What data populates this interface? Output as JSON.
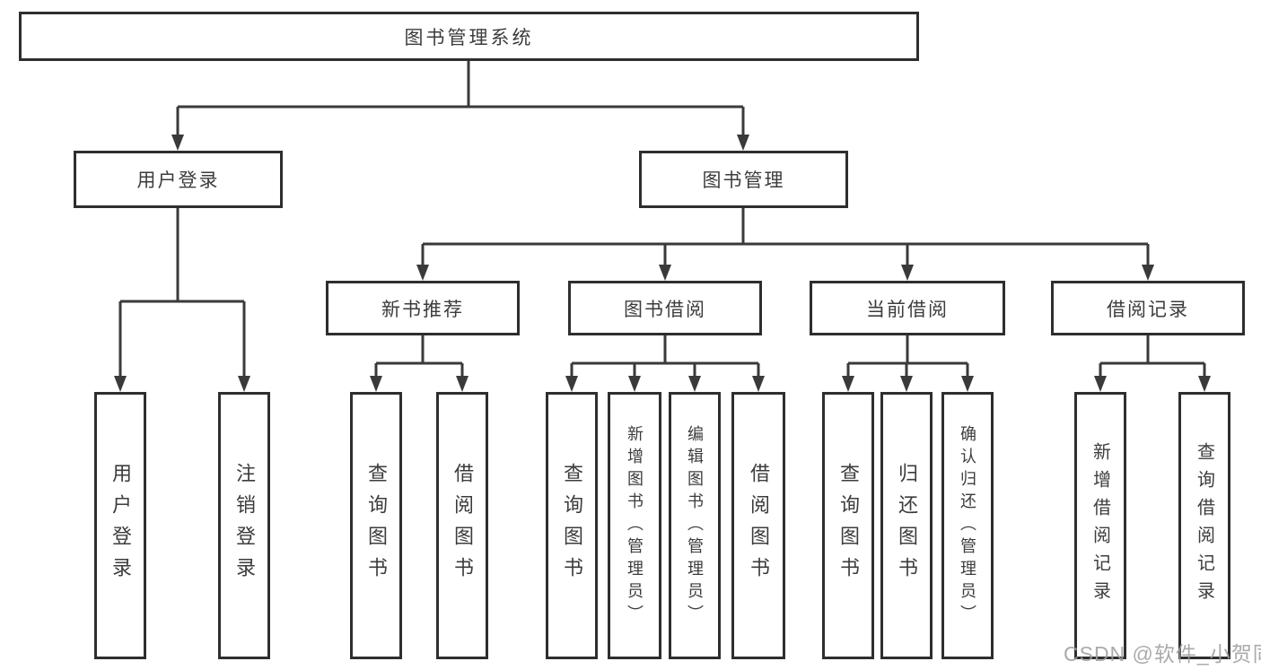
{
  "colors": {
    "line": "#3a3a3a",
    "box_border": "#2e2e2e",
    "text": "#3c3c3c",
    "watermark": "#9e9e9e",
    "background": "#ffffff"
  },
  "nodes": {
    "root": {
      "label": "图书管理系统"
    },
    "user_login": {
      "label": "用户登录"
    },
    "book_mgmt": {
      "label": "图书管理"
    },
    "new_book_rec": {
      "label": "新书推荐"
    },
    "book_borrow": {
      "label": "图书借阅"
    },
    "current_borrow": {
      "label": "当前借阅"
    },
    "borrow_records": {
      "label": "借阅记录"
    },
    "login_leaf": {
      "label": "用户登录"
    },
    "logout_leaf": {
      "label": "注销登录"
    },
    "nbr_query": {
      "label": "查询图书"
    },
    "nbr_borrow": {
      "label": "借阅图书"
    },
    "bb_query": {
      "label": "查询图书"
    },
    "bb_add": {
      "label": "新增图书（管理员）"
    },
    "bb_edit": {
      "label": "编辑图书（管理员）"
    },
    "bb_borrow": {
      "label": "借阅图书"
    },
    "cb_query": {
      "label": "查询图书"
    },
    "cb_return": {
      "label": "归还图书"
    },
    "cb_confirm": {
      "label": "确认归还（管理员）"
    },
    "br_add": {
      "label": "新增借阅记录"
    },
    "br_query": {
      "label": "查询借阅记录"
    }
  },
  "watermark": {
    "text": "CSDN @软件_小贺同学"
  }
}
